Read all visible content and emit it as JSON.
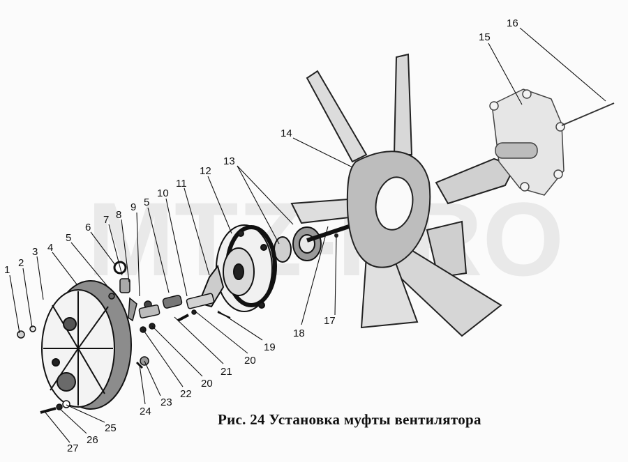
{
  "caption": "Рис. 24  Установка муфты вентилятора",
  "watermark": "MTZ-PRO",
  "callouts": [
    "1",
    "2",
    "3",
    "4",
    "5",
    "6",
    "7",
    "8",
    "9",
    "5",
    "10",
    "11",
    "12",
    "13",
    "14",
    "15",
    "16",
    "17",
    "18",
    "19",
    "20",
    "21",
    "20",
    "22",
    "23",
    "24",
    "25",
    "26",
    "27"
  ]
}
